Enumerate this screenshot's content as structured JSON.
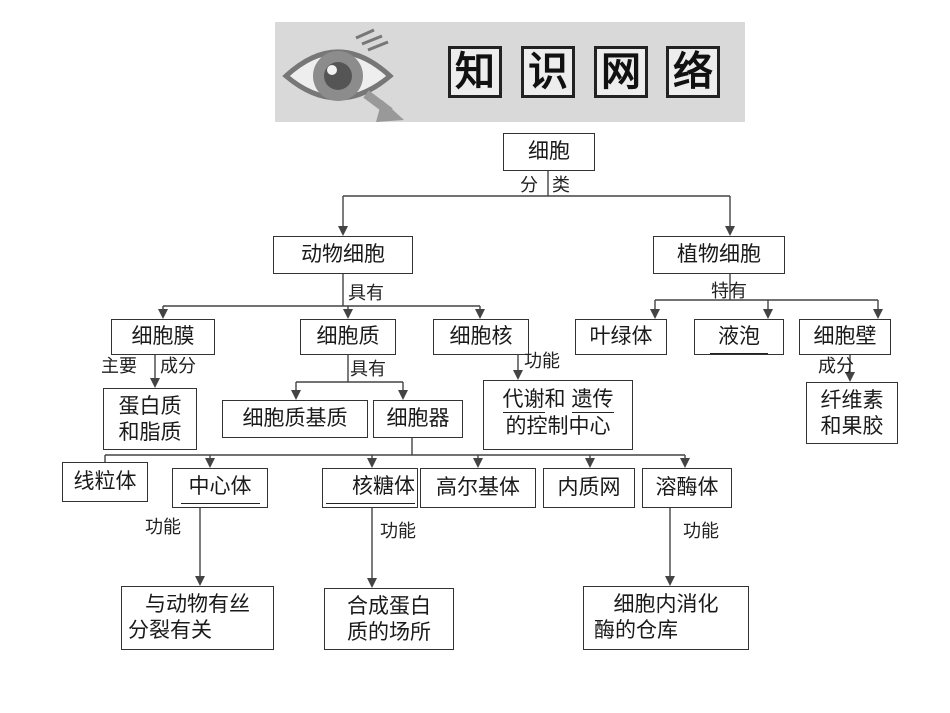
{
  "header": {
    "title_chars": [
      "知",
      "识",
      "网",
      "络"
    ]
  },
  "nodes": {
    "cell": "细胞",
    "animal_cell": "动物细胞",
    "plant_cell": "植物细胞",
    "membrane": "细胞膜",
    "cytoplasm": "细胞质",
    "nucleus": "细胞核",
    "chloroplast": "叶绿体",
    "vacuole": "液泡",
    "cell_wall": "细胞壁",
    "protein_lipid": [
      "蛋白质",
      "和脂质"
    ],
    "cytoplasm_matrix": "细胞质基质",
    "organelle": "细胞器",
    "nucleus_function": {
      "blank1": "代谢",
      "joiner": "和",
      "blank2": "遗传",
      "line2": "的控制中心"
    },
    "cellulose_pectin": [
      "纤维素",
      "和果胶"
    ],
    "mitochondria": "线粒体",
    "centrosome": "中心体",
    "ribosome": "核糖体",
    "golgi": "高尔基体",
    "er": "内质网",
    "lysosome": "溶酶体",
    "centrosome_function": [
      "与动物有丝",
      "分裂有关"
    ],
    "ribosome_function": [
      "合成蛋白",
      "质的场所"
    ],
    "lysosome_function": [
      "细胞内消化",
      "酶的仓库"
    ]
  },
  "relations": {
    "classify_1": "分",
    "classify_2": "类",
    "has_1": "具有",
    "has_2": "具有",
    "special_has": "特有",
    "main_1": "主要",
    "composition_1": "成分",
    "function_nucleus": "功能",
    "composition_2": "成分",
    "function_centrosome": "功能",
    "function_ribosome": "功能",
    "function_lysosome": "功能"
  },
  "icons": {
    "header": "eye-icon"
  },
  "colors": {
    "line": "#444444",
    "border": "#333333",
    "header_band": "#d9d9d9"
  }
}
